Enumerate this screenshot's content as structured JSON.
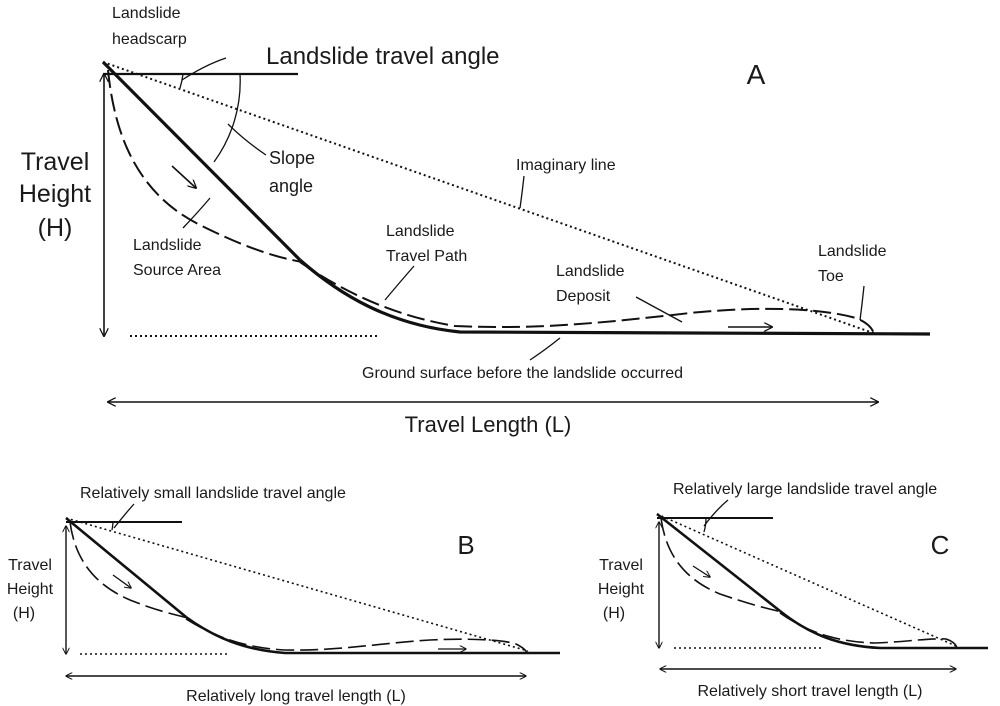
{
  "panel_a": {
    "letter": "A",
    "title": "Landslide travel angle",
    "headscarp": [
      "Landslide",
      "headscarp"
    ],
    "slope_angle": [
      "Slope",
      "angle"
    ],
    "travel_height": [
      "Travel",
      "Height",
      "(H)"
    ],
    "source_area": [
      "Landslide",
      "Source Area"
    ],
    "imaginary_line": "Imaginary line",
    "travel_path": [
      "Landslide",
      "Travel Path"
    ],
    "deposit": [
      "Landslide",
      "Deposit"
    ],
    "toe": [
      "Landslide",
      "Toe"
    ],
    "ground_surface": "Ground surface before the landslide occurred",
    "travel_length": "Travel Length (L)"
  },
  "panel_b": {
    "letter": "B",
    "angle_label": "Relatively small landslide travel angle",
    "travel_height": [
      "Travel",
      "Height",
      "(H)"
    ],
    "length_label": "Relatively long travel length (L)"
  },
  "panel_c": {
    "letter": "C",
    "angle_label": "Relatively large landslide travel angle",
    "travel_height": [
      "Travel",
      "Height",
      "(H)"
    ],
    "length_label": "Relatively short travel length (L)"
  }
}
